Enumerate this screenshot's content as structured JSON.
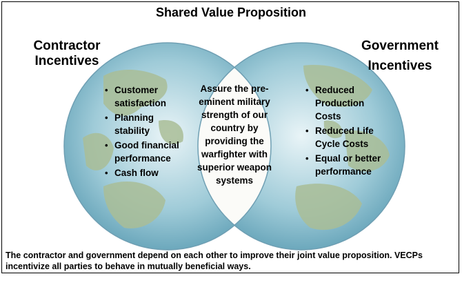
{
  "title": "Shared Value Proposition",
  "left": {
    "heading_line1": "Contractor",
    "heading_line2": "Incentives",
    "bullets": [
      "Customer satisfaction",
      "Planning stability",
      "Good financial performance",
      "Cash flow"
    ]
  },
  "right": {
    "heading_line1": "Government",
    "heading_line2": "Incentives",
    "bullets": [
      "Reduced Production Costs",
      "Reduced Life Cycle Costs",
      "Equal or better performance"
    ]
  },
  "center": {
    "text": "Assure the pre-eminent military strength of our country  by providing the warfighter with superior weapon systems"
  },
  "footer": "The contractor and government depend on each other to improve their joint value proposition.  VECPs incentivize all parties to behave in mutually beneficial ways.",
  "colors": {
    "globe_light": "#e9f4f7",
    "globe_mid": "#9fcbd8",
    "globe_dark": "#5f9fb5",
    "land": "#a9bd96",
    "overlap": "#fbfbf8",
    "outline": "#6f9fb3"
  }
}
